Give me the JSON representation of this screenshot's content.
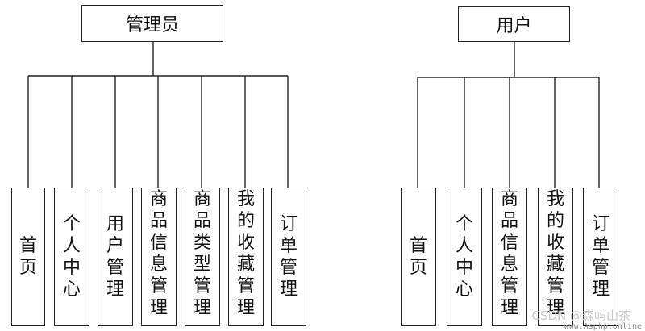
{
  "left_tree": {
    "root": "管理员",
    "leaves": [
      "首页",
      "个人中心",
      "用户管理",
      "商品信息管理",
      "商品类型管理",
      "我的收藏管理",
      "订单管理"
    ]
  },
  "right_tree": {
    "root": "用户",
    "leaves": [
      "首页",
      "个人中心",
      "商品信息管理",
      "我的收藏管理",
      "订单管理"
    ]
  },
  "watermark": {
    "text": "CSDN @森屿山茶",
    "site": "www.Asphp.online"
  }
}
